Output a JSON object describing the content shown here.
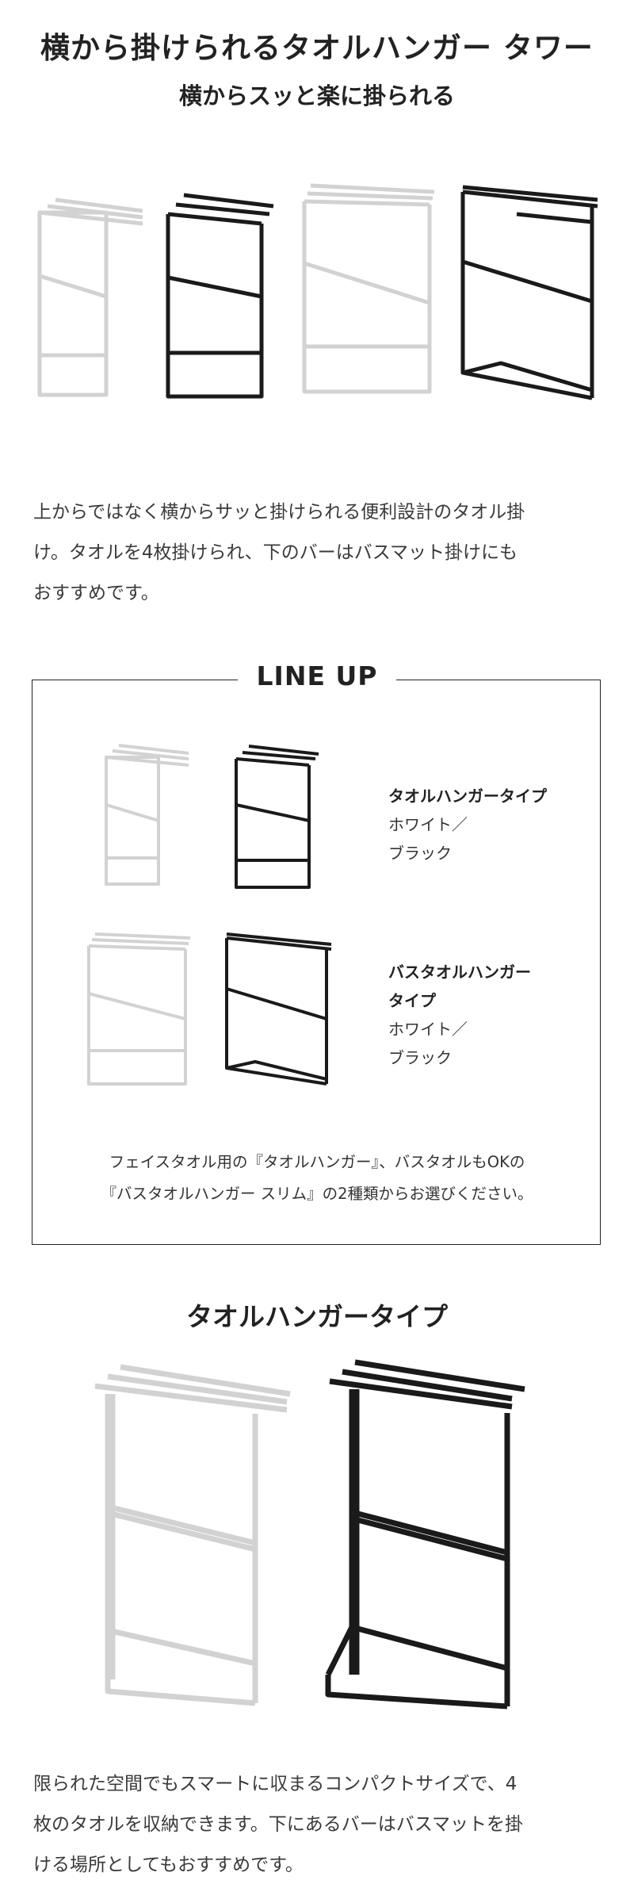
{
  "header": {
    "title": "横から掛けられるタオルハンガー タワー",
    "subtitle": "横からスッと楽に掛られる"
  },
  "intro": {
    "lines": [
      "上からではなく横からサッと掛けられる便利設計のタオル掛",
      "け。タオルを4枚掛けられ、下のバーはバスマット掛けにも",
      "おすすめです。"
    ]
  },
  "lineup": {
    "title": "LINE UP",
    "types": [
      {
        "name_lines": [
          "タオルハンガータイプ"
        ],
        "color_lines": [
          "ホワイト／",
          "ブラック"
        ]
      },
      {
        "name_lines": [
          "バスタオルハンガー",
          "タイプ"
        ],
        "color_lines": [
          "ホワイト／",
          "ブラック"
        ]
      }
    ],
    "note_lines": [
      "フェイスタオル用の『タオルハンガー』、バスタオルもOKの",
      "『バスタオルハンガー スリム』の2種類からお選びください。"
    ]
  },
  "towel_type": {
    "title": "タオルハンガータイプ",
    "lines": [
      "限られた空間でもスマートに収まるコンパクトサイズで、4",
      "枚のタオルを収納できます。下にあるバーはバスマットを掛",
      "ける場所としてもおすすめです。"
    ]
  },
  "colors": {
    "white_stroke": "#d2d2d2",
    "white_fill": "#ffffff",
    "black_stroke": "#1a1a1a",
    "text": "#333333",
    "heading": "#222222",
    "border": "#222222"
  }
}
